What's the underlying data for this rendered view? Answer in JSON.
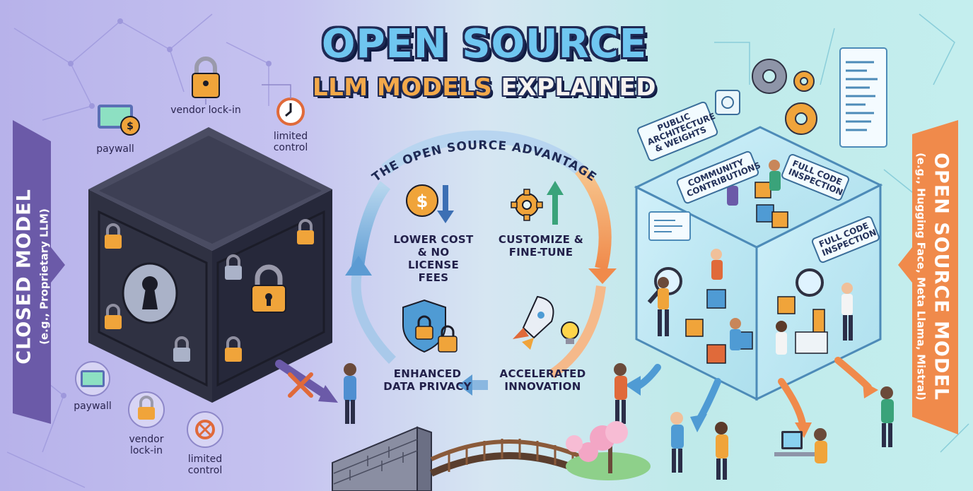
{
  "title": {
    "line1": "OPEN SOURCE",
    "line2a": "LLM MODELS",
    "line2b": "EXPLAINED"
  },
  "closed_model": {
    "heading": "CLOSED MODEL",
    "subheading": "(e.g., Proprietary LLM)",
    "labels_top": [
      "paywall",
      "vendor lock-in",
      "limited control"
    ],
    "labels_bottom": [
      "paywall",
      "vendor lock-in",
      "limited control"
    ]
  },
  "open_model": {
    "heading": "OPEN SOURCE MODEL",
    "subheading": "(e.g., Hugging Face, Meta Llama, Mistral)",
    "tags": [
      "PUBLIC ARCHITECTURE & WEIGHTS",
      "COMMUNITY CONTRIBUTIONS",
      "FULL CODE INSPECTION",
      "FULL CODE INSPECTION"
    ]
  },
  "advantage": {
    "arc_title": "THE OPEN SOURCE ADVANTAGE",
    "benefits": [
      {
        "label": "LOWER COST & NO LICENSE FEES",
        "icon": "dollar-coin-down-icon"
      },
      {
        "label": "CUSTOMIZE & FINE-TUNE",
        "icon": "gear-up-arrow-icon"
      },
      {
        "label": "ENHANCED DATA PRIVACY",
        "icon": "shield-lock-icon"
      },
      {
        "label": "ACCELERATED INNOVATION",
        "icon": "rocket-bulb-icon"
      }
    ]
  },
  "colors": {
    "closed_tab": "#6b5aa8",
    "open_tab": "#f08a4b",
    "title_blue": "#6fc6f0",
    "title_orange": "#f3a94a",
    "lock_orange": "#f0a43a",
    "box_dark": "#2f3142"
  }
}
